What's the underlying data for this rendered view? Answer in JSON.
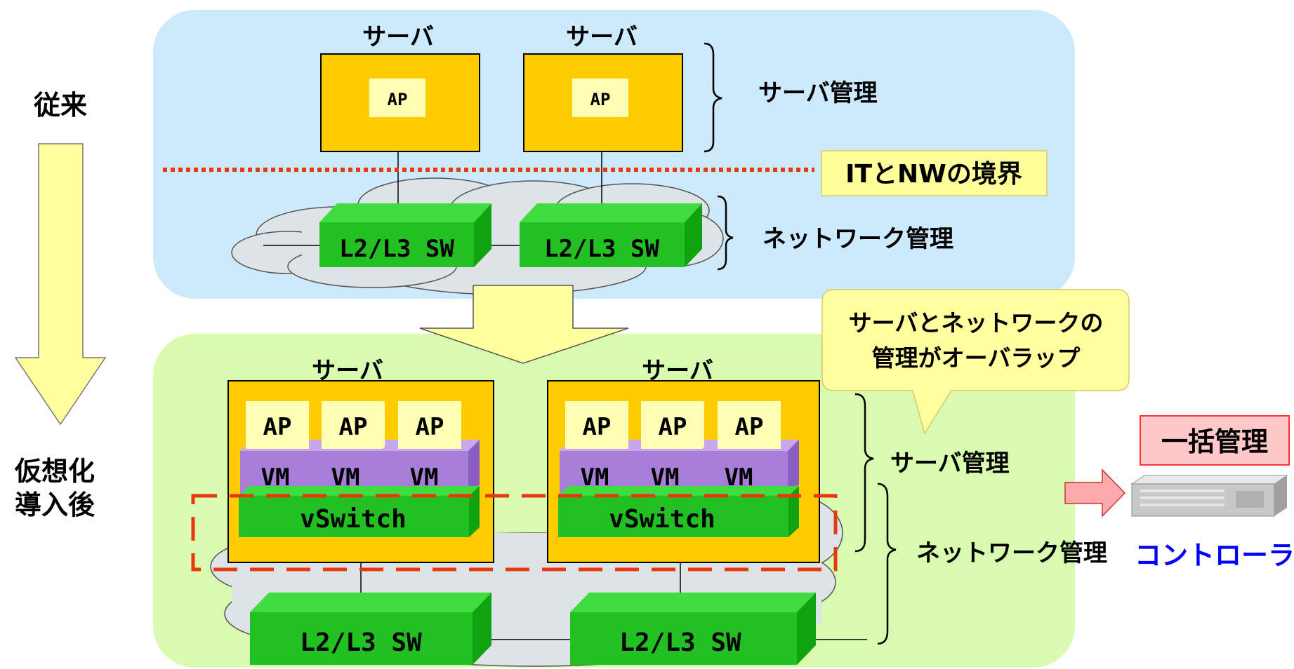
{
  "side": {
    "before": "従来",
    "after_line1": "仮想化",
    "after_line2": "導入後"
  },
  "top": {
    "server_left": "サーバ",
    "server_right": "サーバ",
    "ap": "AP",
    "switch": "L2/L3 SW",
    "server_mgmt": "サーバ管理",
    "boundary": "ITとNWの境界",
    "network_mgmt": "ネットワーク管理"
  },
  "bottom": {
    "server_left": "サーバ",
    "server_right": "サーバ",
    "ap": "AP",
    "vm": "VM",
    "vswitch": "vSwitch",
    "switch": "L2/L3 SW",
    "server_mgmt": "サーバ管理",
    "network_mgmt": "ネットワーク管理",
    "callout_line1": "サーバとネットワークの",
    "callout_line2": "管理がオーバラップ"
  },
  "controller": {
    "batch": "一括管理",
    "label": "コントローラ"
  },
  "colors": {
    "top_panel": "#cdeafd",
    "bottom_panel": "#d9fbb0",
    "server": "#ffcc00",
    "ap": "#ffffb3",
    "vm": "#a77ed8",
    "switch": "#22c022",
    "dashed": "#e8380d",
    "controller_text": "#0000ff"
  }
}
